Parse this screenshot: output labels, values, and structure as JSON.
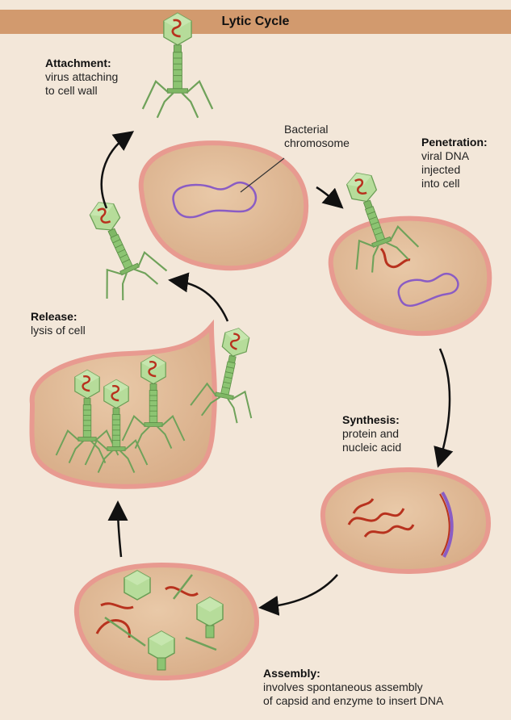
{
  "title": "Lytic Cycle",
  "labels": {
    "attachment": {
      "heading": "Attachment:",
      "line1": "virus attaching",
      "line2": "to cell wall"
    },
    "bacterial_chromosome": {
      "line1": "Bacterial",
      "line2": "chromosome"
    },
    "penetration": {
      "heading": "Penetration:",
      "line1": "viral DNA",
      "line2": "injected",
      "line3": "into cell"
    },
    "release": {
      "heading": "Release:",
      "line1": "lysis of cell"
    },
    "synthesis": {
      "heading": "Synthesis:",
      "line1": "protein and",
      "line2": "nucleic acid"
    },
    "assembly": {
      "heading": "Assembly:",
      "line1": "involves spontaneous assembly",
      "line2": "of capsid and enzyme to insert DNA"
    }
  },
  "colors": {
    "background": "#f3e7d9",
    "title_bar": "#d29a6e",
    "cell_fill": "#e1bb98",
    "cell_border": "#e89a90",
    "phage_green": "#8cc472",
    "dna_red": "#b8321e",
    "chromosome_purple": "#8a5cc4"
  }
}
